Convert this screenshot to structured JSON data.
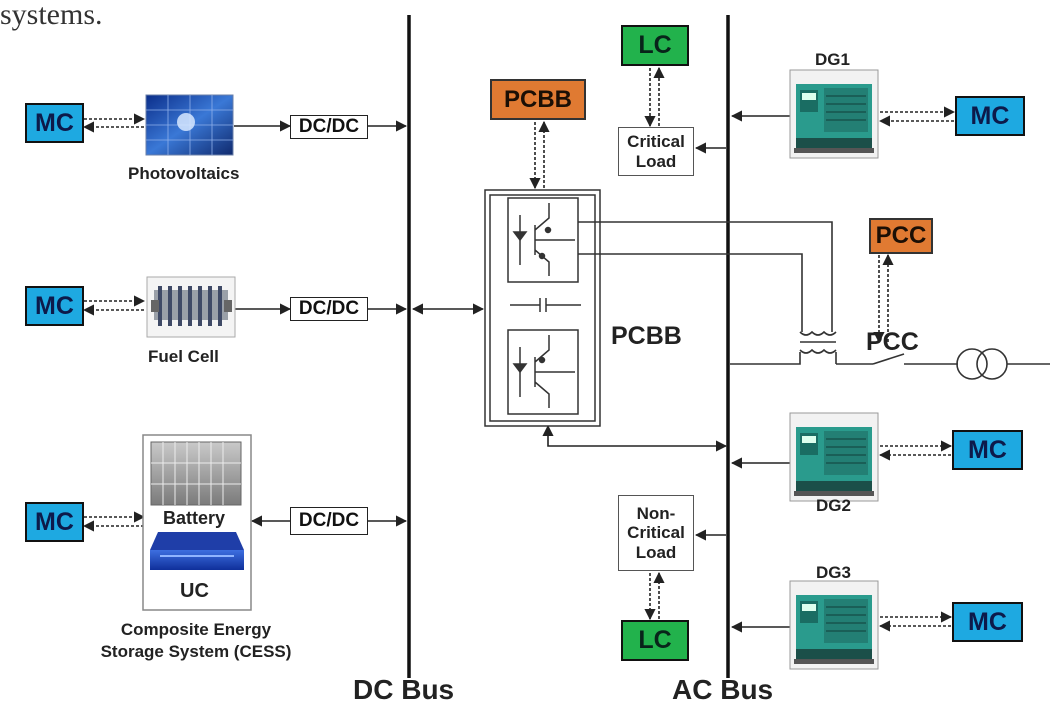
{
  "top_cropped_text": "systems.",
  "labels": {
    "mc": "MC",
    "lc": "LC",
    "pcbb": "PCBB",
    "pcc": "PCC",
    "dcdc": "DC/DC",
    "dc_bus": "DC Bus",
    "ac_bus": "AC Bus",
    "photovoltaics": "Photovoltaics",
    "fuel_cell": "Fuel Cell",
    "battery": "Battery",
    "uc": "UC",
    "cess_line1": "Composite Energy",
    "cess_line2": "Storage System (CESS)",
    "critical_load_line1": "Critical",
    "critical_load_line2": "Load",
    "noncritical_line1": "Non-",
    "noncritical_line2": "Critical",
    "noncritical_line3": "Load",
    "dg1": "DG1",
    "dg2": "DG2",
    "dg3": "DG3"
  },
  "colors": {
    "mc": "#1ea9e1",
    "lc": "#22b24c",
    "pcbb": "#e07a32",
    "pcc": "#e07a32",
    "generator": "#2a9b8d"
  },
  "icons": {
    "photovoltaics": "solar-panel-icon",
    "fuel_cell": "fuel-cell-stack-icon",
    "battery": "battery-bank-icon",
    "uc": "ultracapacitor-icon",
    "generator": "diesel-generator-icon",
    "transformer": "transformer-icon",
    "pcc_switch": "breaker-switch-icon"
  }
}
